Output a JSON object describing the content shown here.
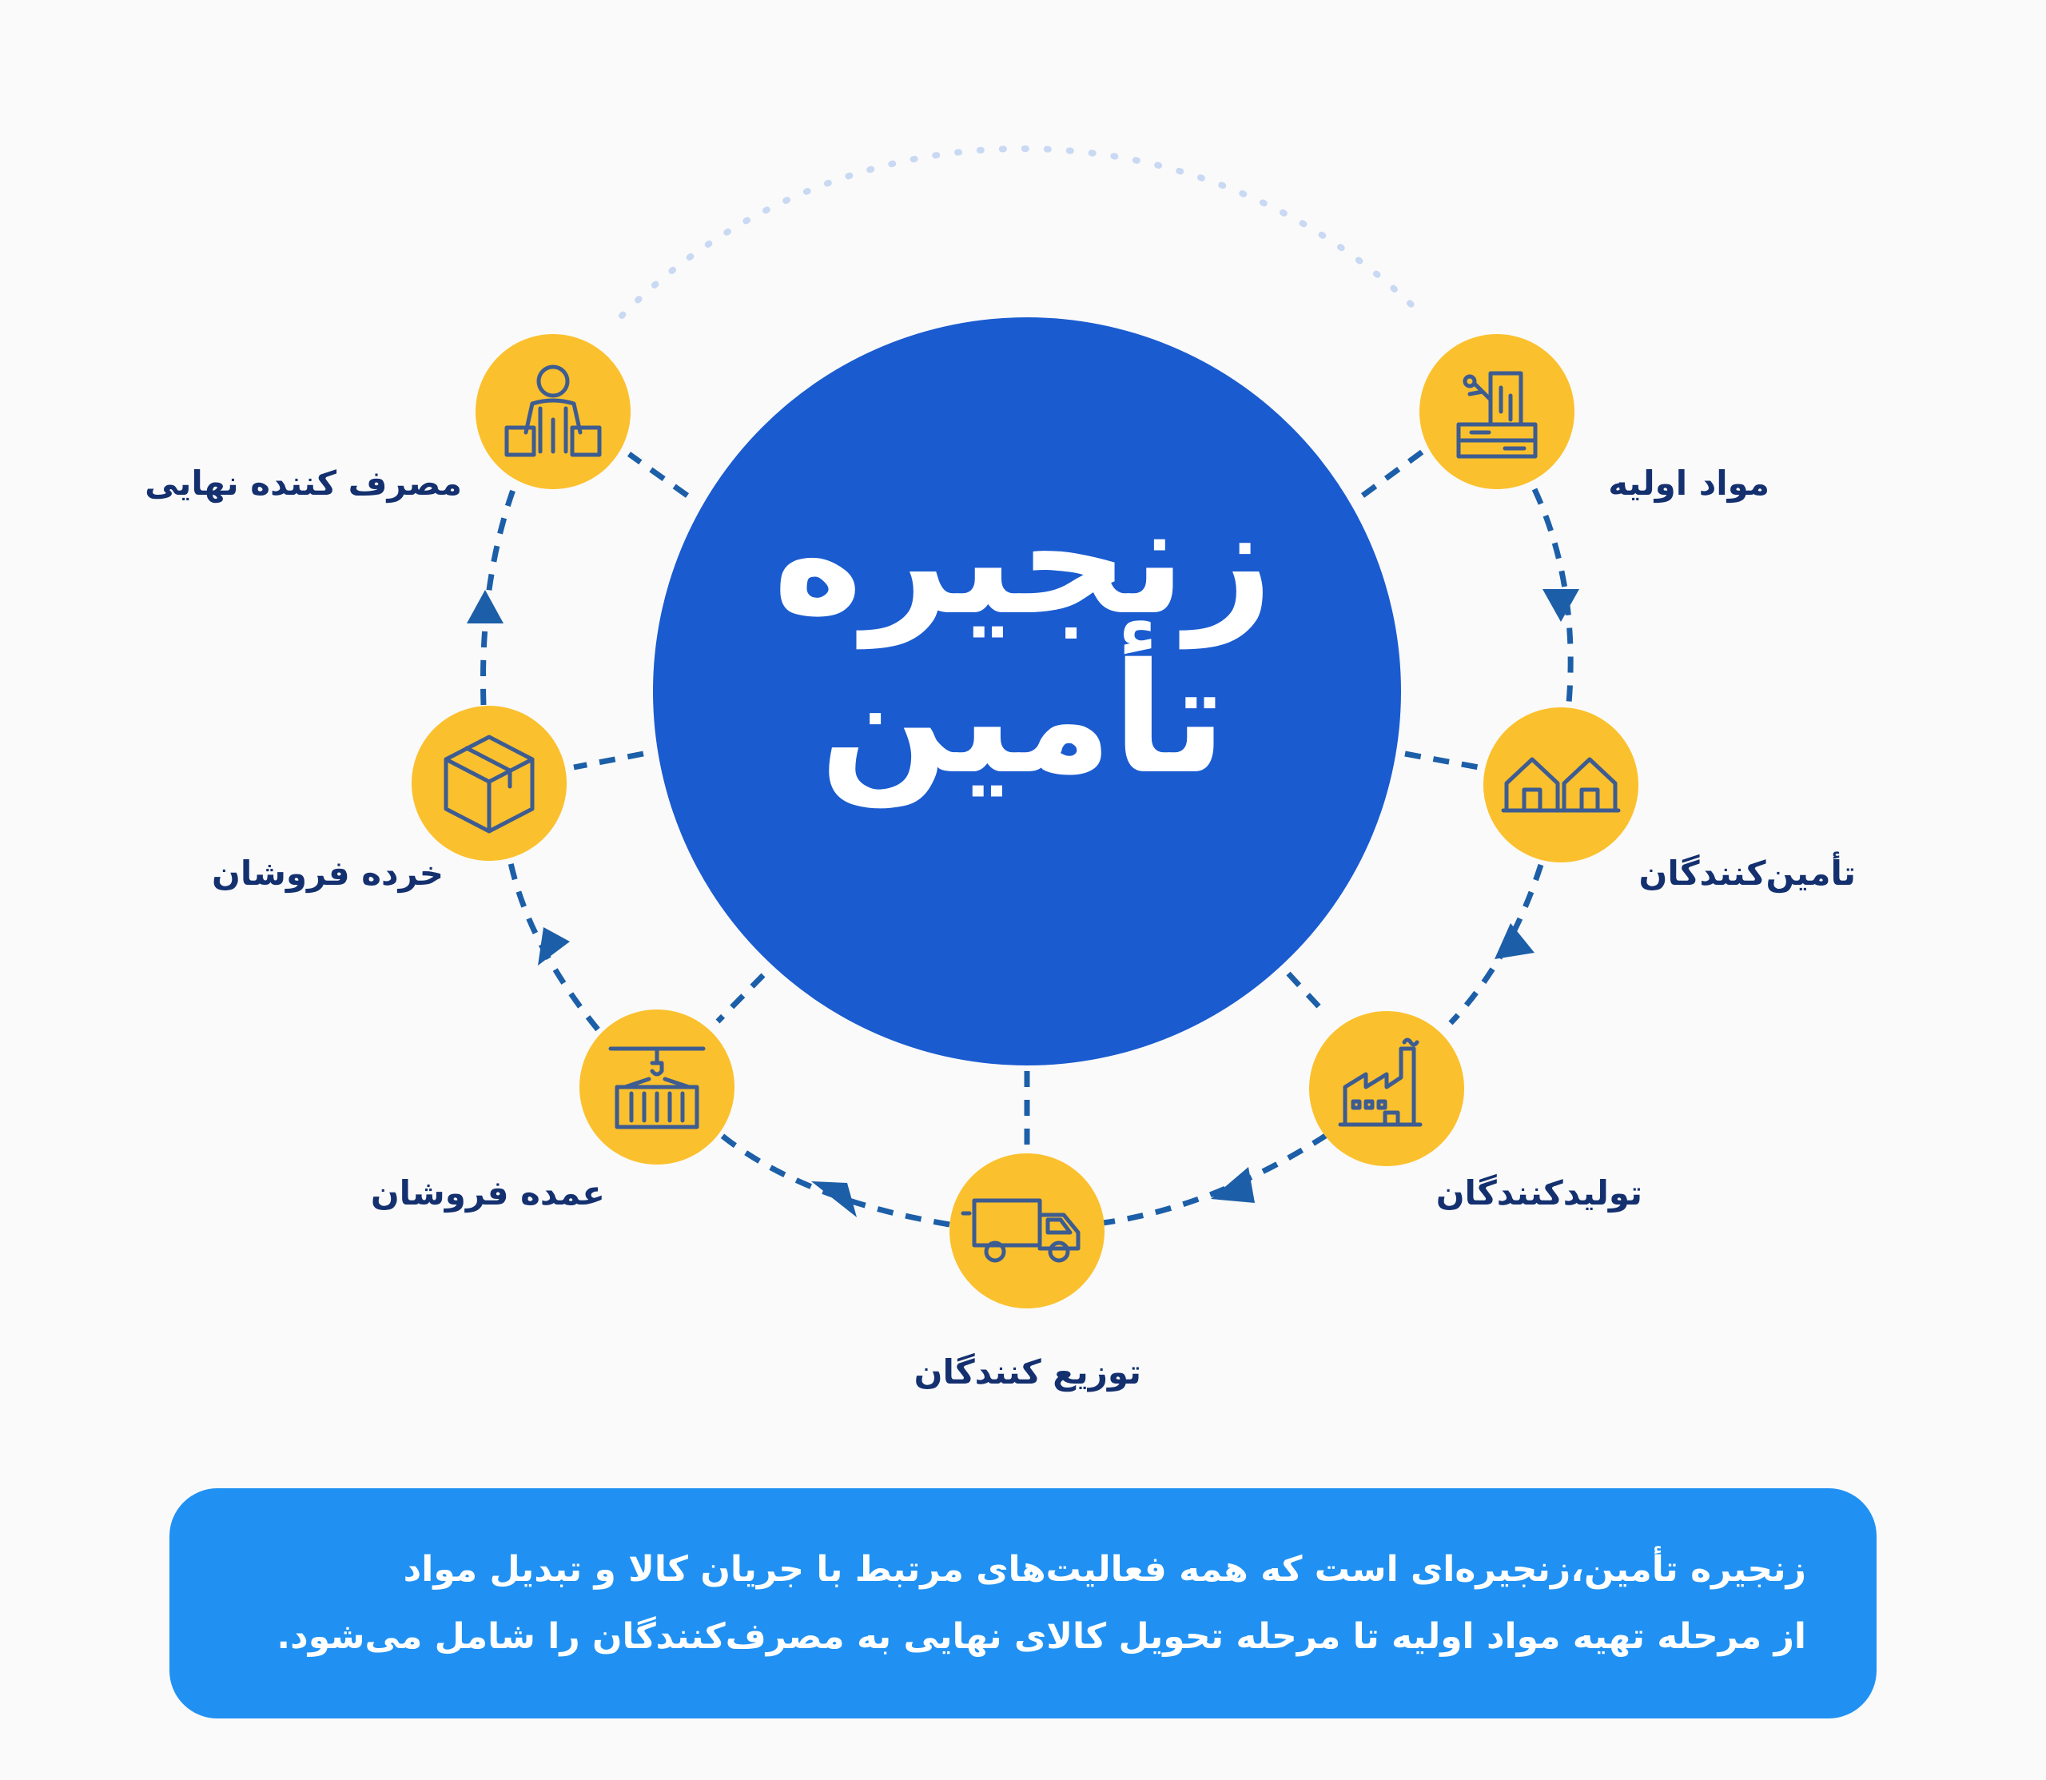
{
  "colors": {
    "background": "#fafafa",
    "center_fill": "#1a5bd0",
    "node_fill": "#fbc02d",
    "icon_stroke": "#3d5c91",
    "connector": "#1c5fa8",
    "top_arc": "#c9d9f3",
    "label": "#14306f",
    "box_fill": "#2091f2"
  },
  "center": {
    "line1": "زنجیره",
    "line2": "تأمین"
  },
  "nodes": [
    {
      "id": "raw-materials",
      "label": "مواد اولیه",
      "icon": "tree-stump-icon"
    },
    {
      "id": "suppliers",
      "label": "تأمین‌کنندگان",
      "icon": "warehouse-icon"
    },
    {
      "id": "manufacturers",
      "label": "تولیدکنندگان",
      "icon": "factory-icon"
    },
    {
      "id": "distributors",
      "label": "توزیع کنندگان",
      "icon": "truck-icon"
    },
    {
      "id": "wholesalers",
      "label": "عمده فروشان",
      "icon": "container-crane-icon"
    },
    {
      "id": "retailers",
      "label": "خرده فروشان",
      "icon": "box-icon"
    },
    {
      "id": "consumer",
      "label": "مصرف کننده نهایی",
      "icon": "person-shopping-icon"
    }
  ],
  "description": {
    "line1": "زنجیره تأمین،زنجیره‌ای است که همه فعالیت‌های مرتبط با جریان کالا و تبدیل مواد",
    "line2": "از مرحله تهیه مواد اولیه تا مرحله تحویل کالای نهایی به مصرف‌کنندگان را شامل می‌شود."
  }
}
